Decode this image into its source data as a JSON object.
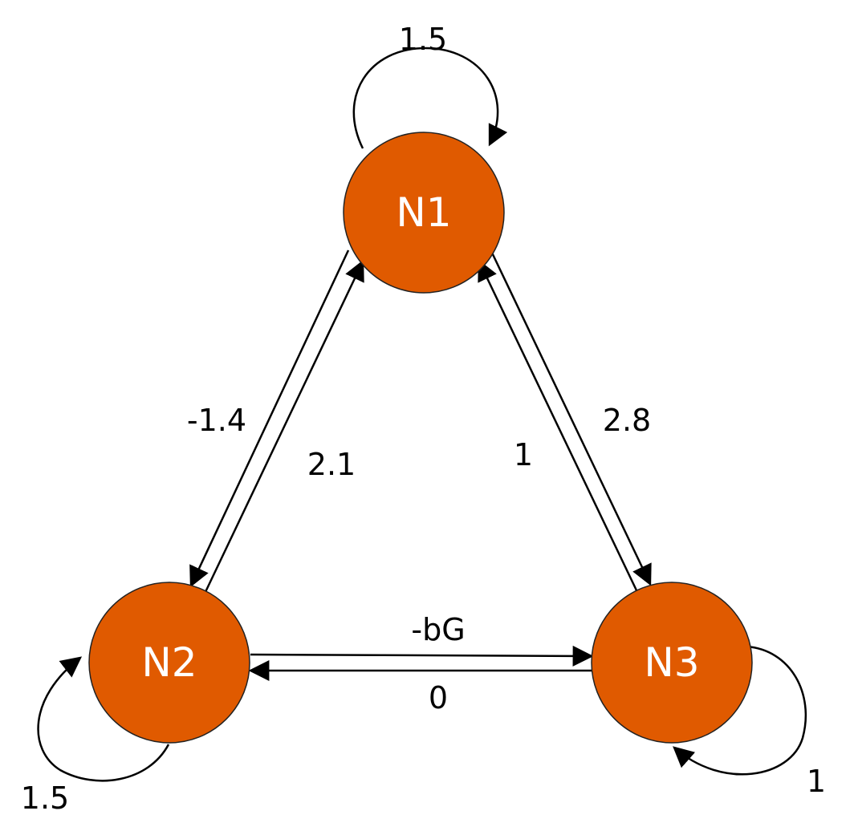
{
  "colors": {
    "node_fill": "#e05a00",
    "edge": "#000000",
    "node_text": "#ffffff"
  },
  "nodes": {
    "n1": {
      "label": "N1"
    },
    "n2": {
      "label": "N2"
    },
    "n3": {
      "label": "N3"
    }
  },
  "edges": {
    "n1_self": {
      "label": "1.5"
    },
    "n2_self": {
      "label": "1.5"
    },
    "n3_self": {
      "label": "1"
    },
    "n1_to_n2": {
      "label": "-1.4"
    },
    "n2_to_n1": {
      "label": "2.1"
    },
    "n3_to_n1": {
      "label": "1"
    },
    "n1_to_n3": {
      "label": "2.8"
    },
    "n2_to_n3": {
      "label": "-bG"
    },
    "n3_to_n2": {
      "label": "0"
    }
  }
}
